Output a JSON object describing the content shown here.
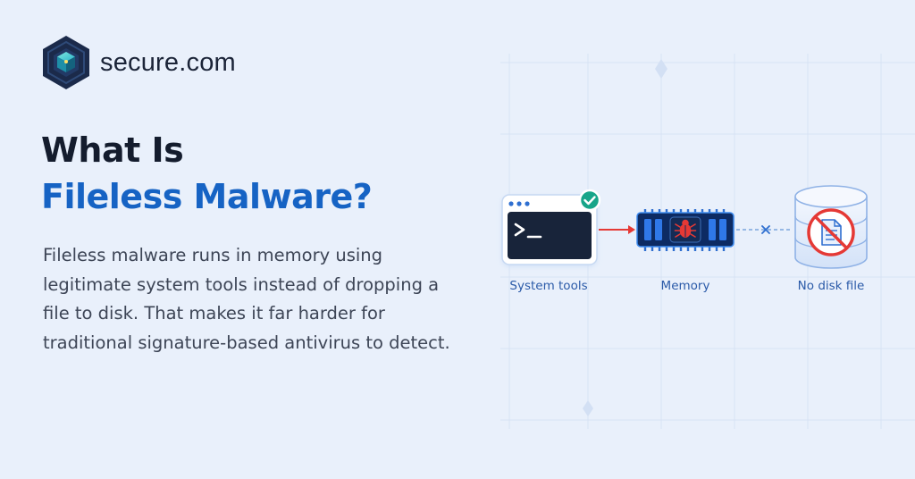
{
  "brand": {
    "name": "secure.com",
    "logo_icon": "hexagon-cube-logo",
    "colors": {
      "brand_dark": "#1b2a4a",
      "accent_blue": "#1663c4",
      "danger_red": "#e53935",
      "success_green": "#17a589"
    }
  },
  "headline": {
    "line1": "What Is",
    "line2": "Fileless Malware?"
  },
  "body": {
    "text": "Fileless malware runs in memory using legitimate system tools instead of dropping a file to disk. That makes it far harder for traditional signature-based antivirus to detect."
  },
  "diagram": {
    "nodes": [
      {
        "label": "System tools",
        "icon": "terminal-window-icon",
        "badge": "check-badge-icon"
      },
      {
        "label": "Memory",
        "icon": "memory-chip-bug-icon"
      },
      {
        "label": "No disk file",
        "icon": "disk-file-blocked-icon"
      }
    ],
    "connectors": [
      {
        "from": "System tools",
        "to": "Memory",
        "style": "solid-red-arrow"
      },
      {
        "from": "Memory",
        "to": "No disk file",
        "style": "dashed-blocked"
      }
    ]
  }
}
